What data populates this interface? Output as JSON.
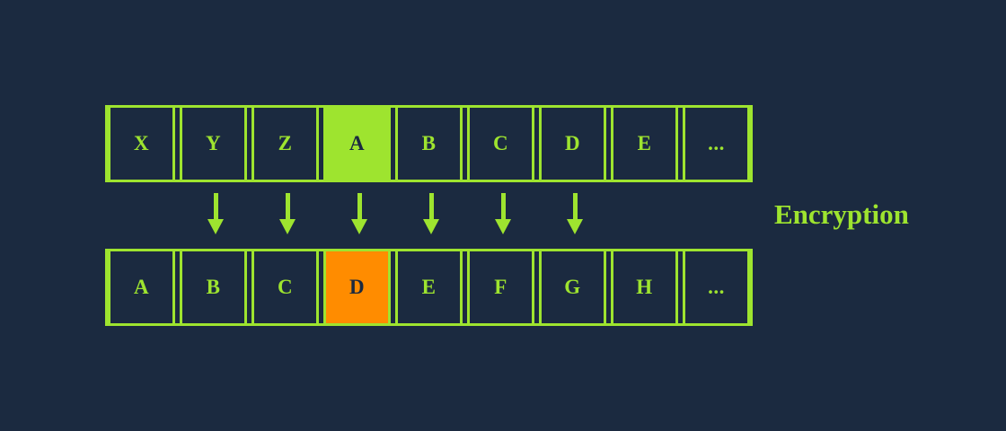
{
  "colors": {
    "background": "#1b2a40",
    "accent_green": "#9ee42f",
    "highlight_orange": "#ff8c00",
    "highlight_text": "#1b2a40"
  },
  "cipher_diagram": {
    "label": "Encryption",
    "plain_row": {
      "cells": [
        "X",
        "Y",
        "Z",
        "A",
        "B",
        "C",
        "D",
        "E",
        "..."
      ],
      "highlighted_index": 3,
      "highlighted_letter": "A"
    },
    "cipher_row": {
      "cells": [
        "A",
        "B",
        "C",
        "D",
        "E",
        "F",
        "G",
        "H",
        "..."
      ],
      "highlighted_index": 3,
      "highlighted_letter": "D"
    },
    "arrows": {
      "count": 6,
      "direction": "down"
    }
  }
}
